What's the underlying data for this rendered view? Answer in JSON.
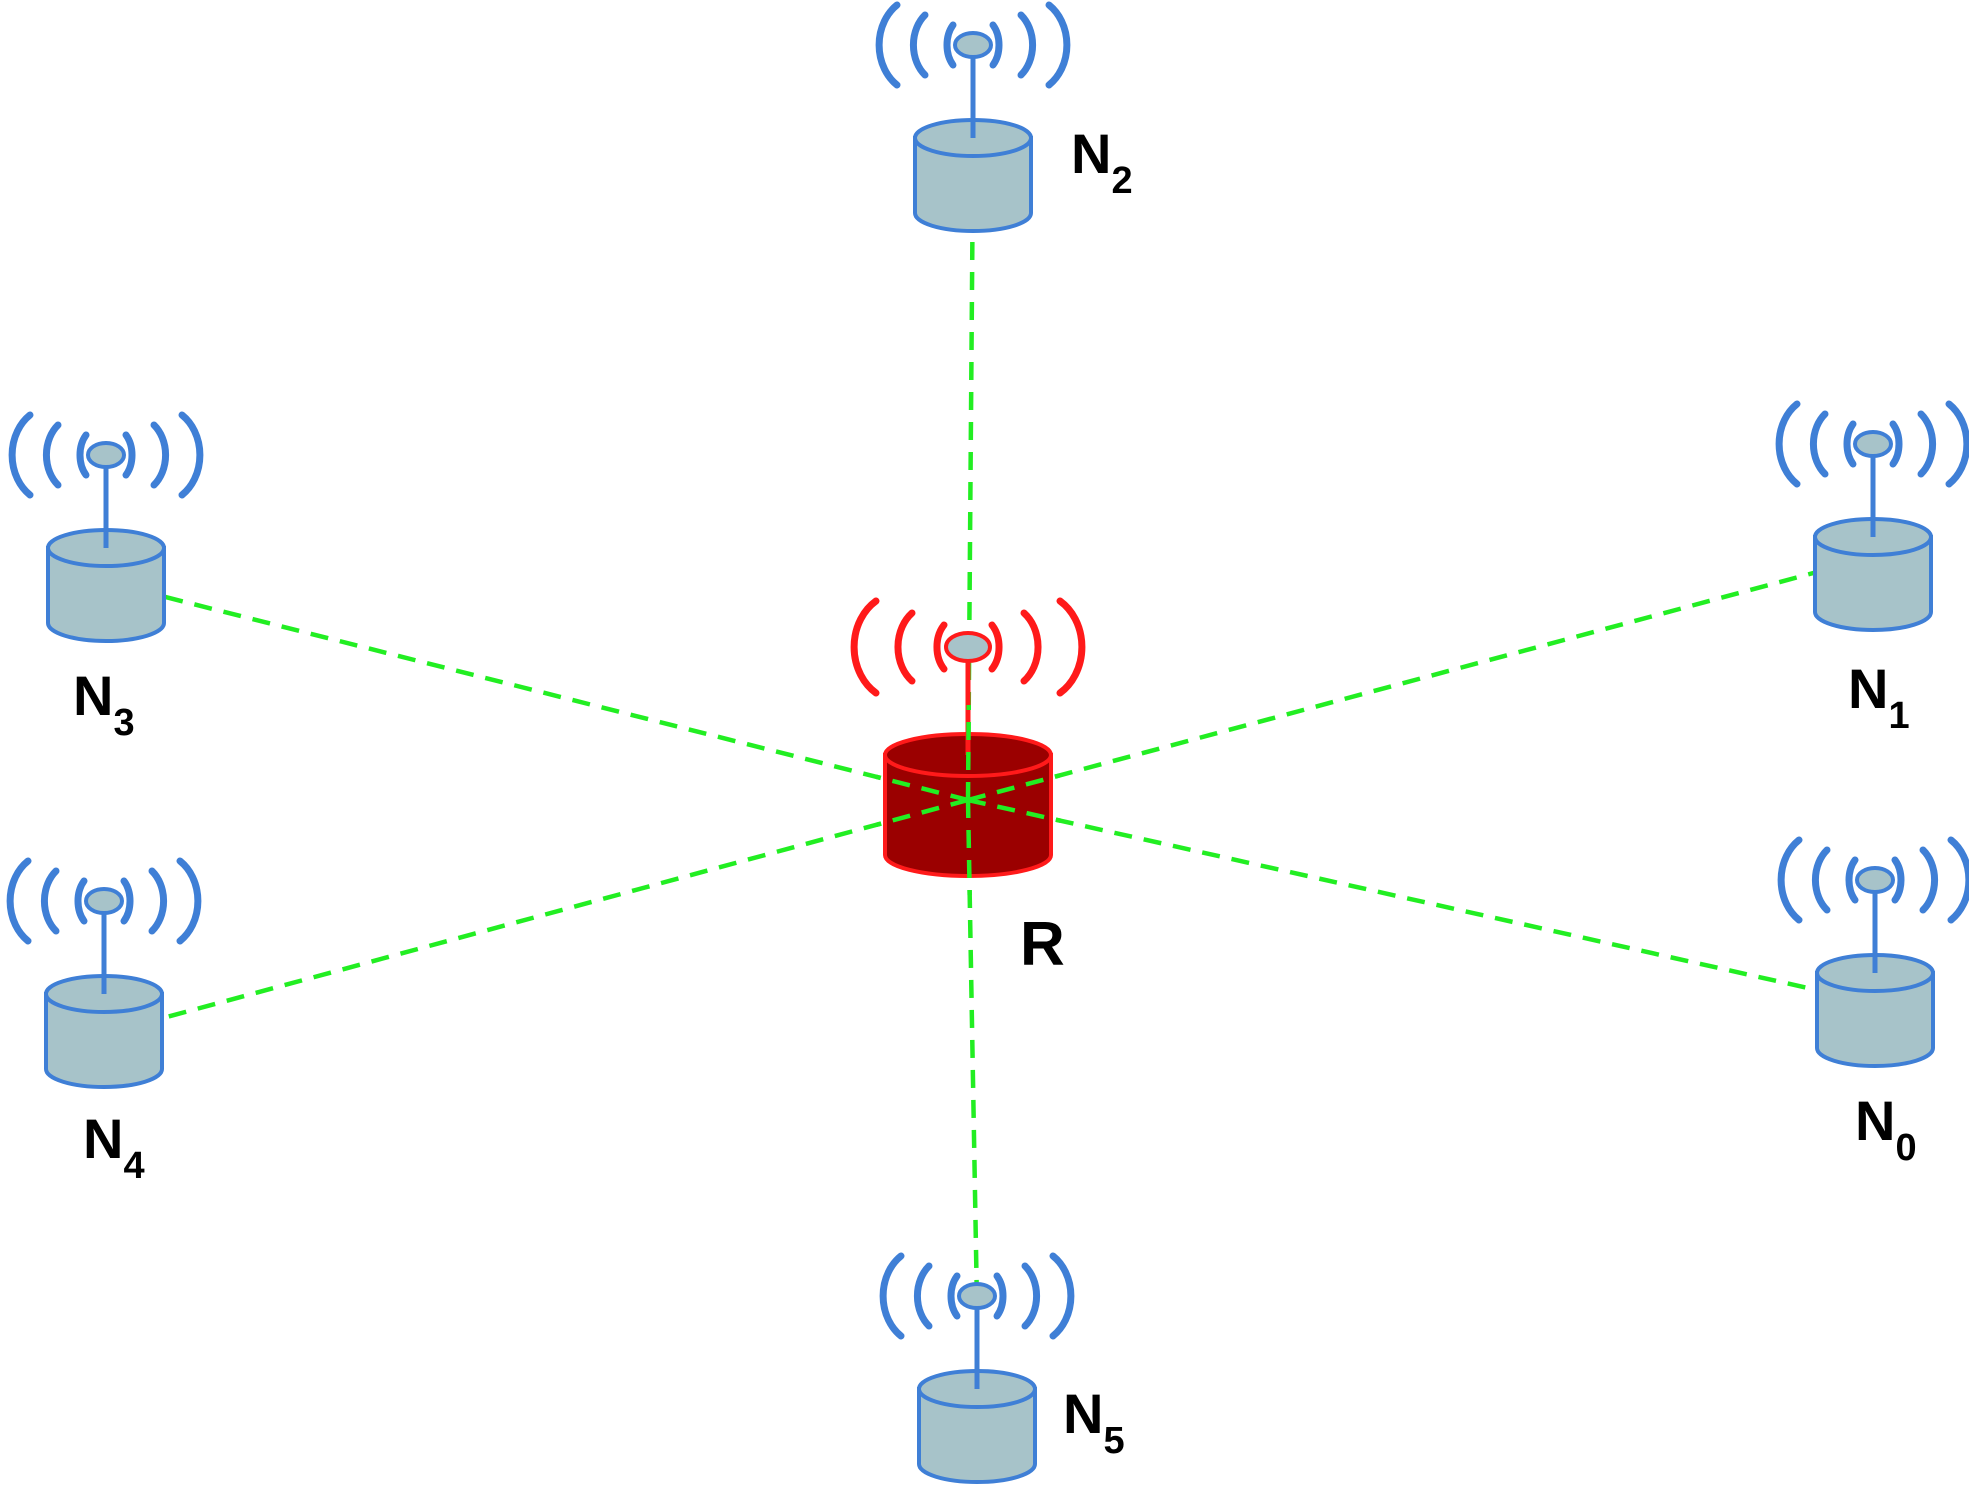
{
  "colors": {
    "background": "#ffffff",
    "link": "#22ee22",
    "node_fill": "#a7c3c9",
    "node_stroke": "#3f7fd6",
    "router_fill": "#9b0000",
    "router_stroke": "#ff1a1a",
    "router_antenna_head": "#a7c3c9",
    "label": "#000000"
  },
  "router": {
    "label": "R",
    "icon": "wireless-router-icon"
  },
  "nodes": [
    {
      "id": "N0",
      "letter": "N",
      "sub": "0",
      "icon": "wireless-node-icon"
    },
    {
      "id": "N1",
      "letter": "N",
      "sub": "1",
      "icon": "wireless-node-icon"
    },
    {
      "id": "N2",
      "letter": "N",
      "sub": "2",
      "icon": "wireless-node-icon"
    },
    {
      "id": "N3",
      "letter": "N",
      "sub": "3",
      "icon": "wireless-node-icon"
    },
    {
      "id": "N4",
      "letter": "N",
      "sub": "4",
      "icon": "wireless-node-icon"
    },
    {
      "id": "N5",
      "letter": "N",
      "sub": "5",
      "icon": "wireless-node-icon"
    }
  ],
  "links": [
    {
      "from": "R",
      "to": "N0",
      "style": "dashed"
    },
    {
      "from": "R",
      "to": "N1",
      "style": "dashed"
    },
    {
      "from": "R",
      "to": "N2",
      "style": "dashed"
    },
    {
      "from": "R",
      "to": "N3",
      "style": "dashed"
    },
    {
      "from": "R",
      "to": "N4",
      "style": "dashed"
    },
    {
      "from": "R",
      "to": "N5",
      "style": "dashed"
    }
  ]
}
